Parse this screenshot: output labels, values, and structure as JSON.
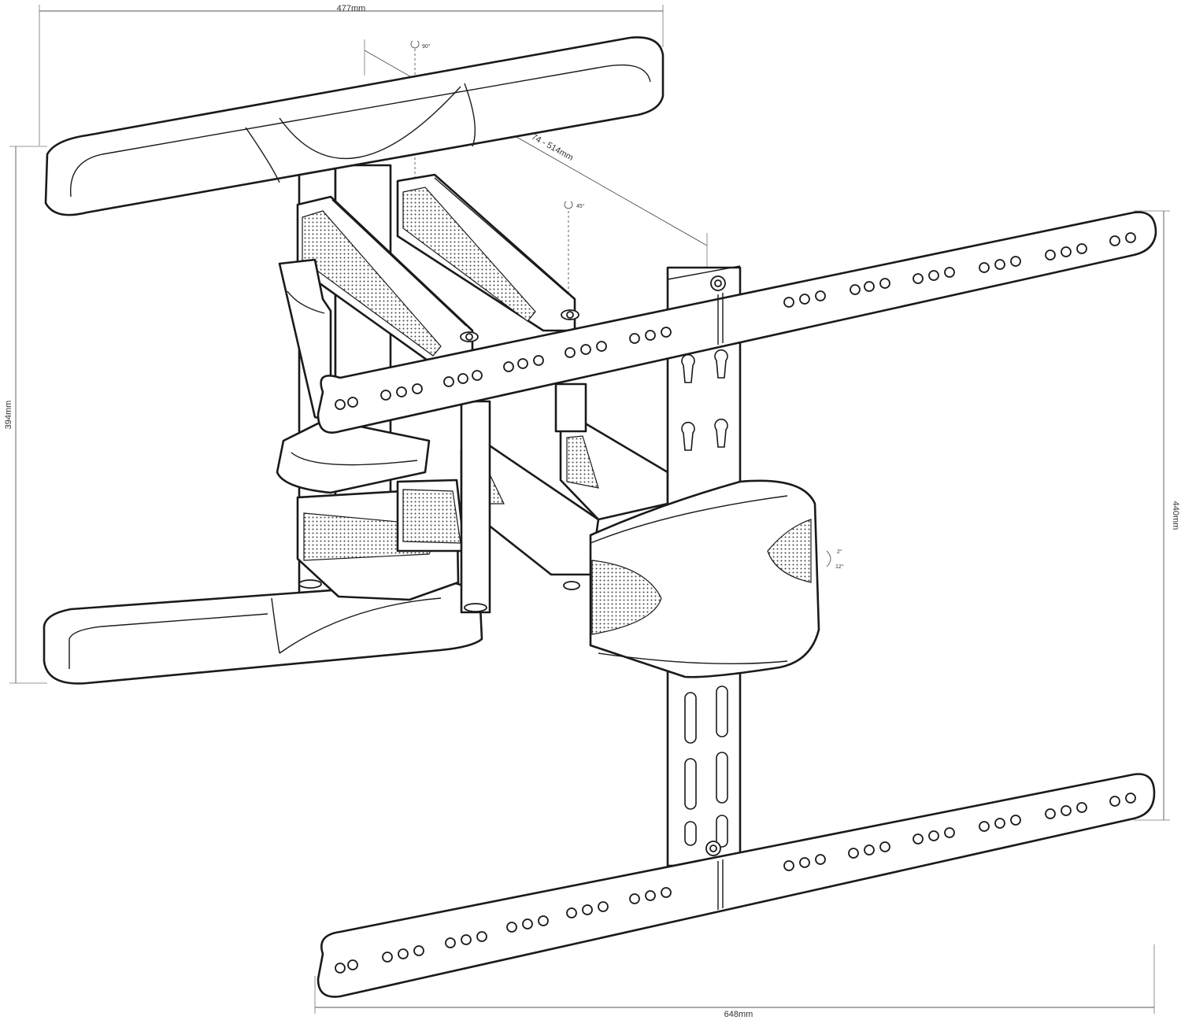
{
  "dimensions": {
    "top_width": "477mm",
    "left_height": "394mm",
    "diagonal_extension": "74 - 514mm",
    "right_height": "440mm",
    "bottom_width": "648mm"
  },
  "angles": {
    "swivel_wall": "90°",
    "swivel_arm": "45°",
    "tilt_up": "2°",
    "tilt_down": "12°"
  },
  "colors": {
    "line": "#1a1a1a",
    "dimension_line": "#555555",
    "background": "#ffffff"
  }
}
